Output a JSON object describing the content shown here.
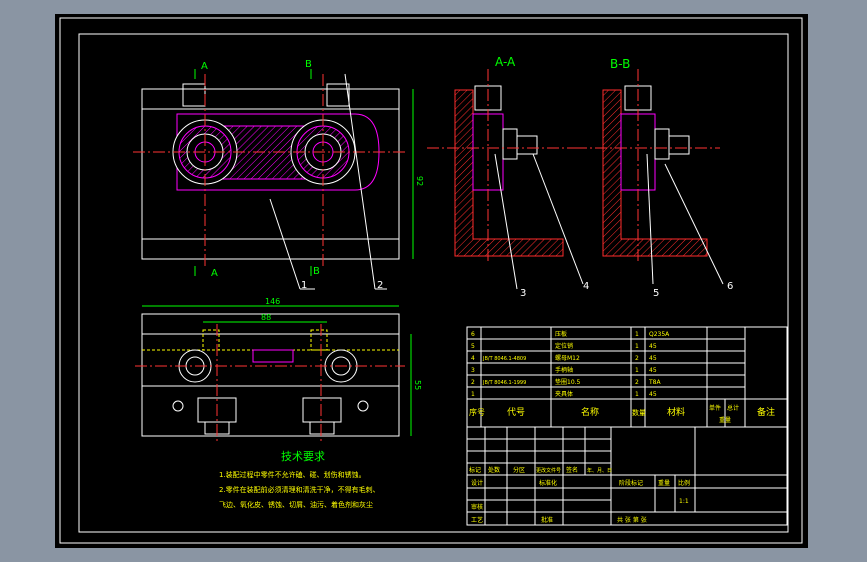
{
  "colors": {
    "background": "#000000",
    "frame": "#ffffff",
    "outline": "#ffffff",
    "hidden": "#ff00ff",
    "section": "#ff2d2d",
    "center": "#ff3333",
    "text": "#ffff00",
    "dim": "#00ff00",
    "title": "#00ffff"
  },
  "labels": {
    "sectionA": "A",
    "sectionB": "B",
    "viewAA": "A-A",
    "viewBB": "B-B",
    "balloons": [
      "1",
      "2",
      "3",
      "4",
      "5",
      "6"
    ],
    "dim_height": "92",
    "dim_total": "146",
    "dim_hole": "88",
    "dim_side": "55"
  },
  "notes": {
    "title": "技术要求",
    "line1": "1.装配过程中零件不允许磕、碰、划伤和锈蚀。",
    "line2": "2.零件在装配前必须清理和清洗干净，不得有毛刺、",
    "line3": "飞边、氧化皮、锈蚀、切屑、油污、着色剂和灰尘"
  },
  "bom": {
    "headers": {
      "no": "序号",
      "code": "代号",
      "name": "名称",
      "qty": "数量",
      "material": "材料",
      "unit_weight": "单件",
      "total_weight": "总计",
      "weight": "重量",
      "remark": "备注"
    },
    "rows": [
      {
        "no": "6",
        "code": "",
        "name": "压板",
        "qty": "1",
        "material": "Q235A"
      },
      {
        "no": "5",
        "code": "",
        "name": "定位销",
        "qty": "1",
        "material": "45"
      },
      {
        "no": "4",
        "code": "JB/T 8046.1-4809",
        "name": "螺母M12",
        "qty": "2",
        "material": "45"
      },
      {
        "no": "3",
        "code": "",
        "name": "手柄轴",
        "qty": "1",
        "material": "45"
      },
      {
        "no": "2",
        "code": "JB/T 8046.1-1999",
        "name": "垫圈10.5",
        "qty": "2",
        "material": "T8A"
      },
      {
        "no": "1",
        "code": "",
        "name": "夹具体",
        "qty": "1",
        "material": "45"
      }
    ]
  },
  "titleblock": {
    "mark": "标记",
    "count": "处数",
    "zone": "分区",
    "doc_no": "更改文件号",
    "sign": "签名",
    "date": "年、月、日",
    "design": "设计",
    "standard": "标准化",
    "stage": "阶段标记",
    "weight": "重量",
    "scale": "比例",
    "scale_value": "1:1",
    "review": "审核",
    "craft": "工艺",
    "approve": "批准",
    "sheets": "共  张  第  张"
  }
}
